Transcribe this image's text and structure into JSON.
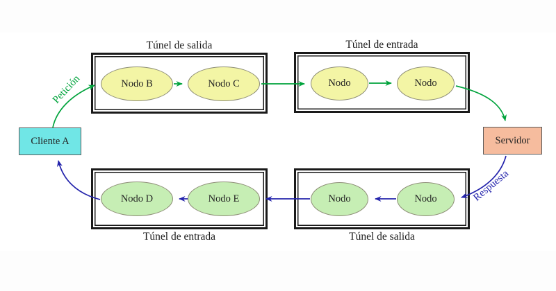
{
  "diagram": {
    "client": {
      "label": "Cliente A",
      "fill": "#70e6e6"
    },
    "server": {
      "label": "Servidor",
      "fill": "#f6bc9e"
    },
    "flows": {
      "request": {
        "label": "Petición",
        "color": "#00a33c"
      },
      "response": {
        "label": "Respuesta",
        "color": "#2424ac"
      }
    },
    "tunnels": [
      {
        "id": "top-left",
        "title": "Túnel de salida",
        "node_fill": "#f3f5a5",
        "nodes": [
          {
            "label": "Nodo B"
          },
          {
            "label": "Nodo C"
          }
        ]
      },
      {
        "id": "top-right",
        "title": "Túnel de entrada",
        "node_fill": "#f3f5a5",
        "nodes": [
          {
            "label": "Nodo"
          },
          {
            "label": "Nodo"
          }
        ]
      },
      {
        "id": "bottom-left",
        "title": "Túnel de entrada",
        "node_fill": "#c6eeb4",
        "nodes": [
          {
            "label": "Nodo D"
          },
          {
            "label": "Nodo E"
          }
        ]
      },
      {
        "id": "bottom-right",
        "title": "Túnel de salida",
        "node_fill": "#c6eeb4",
        "nodes": [
          {
            "label": "Nodo"
          },
          {
            "label": "Nodo"
          }
        ]
      }
    ]
  }
}
